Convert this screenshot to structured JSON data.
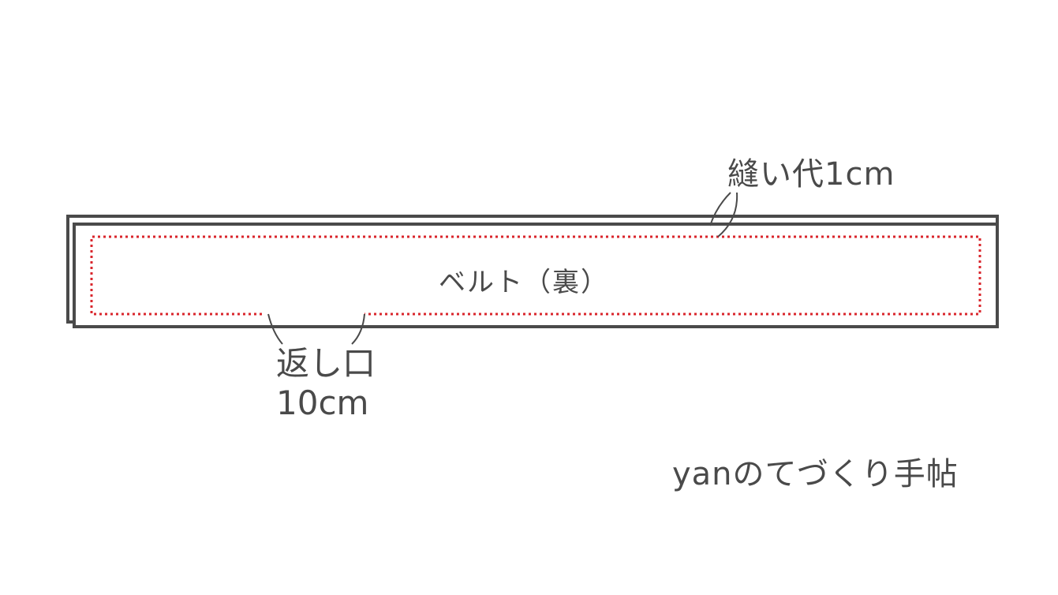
{
  "labels": {
    "seam_allowance": "縫い代1cm",
    "belt_back": "ベルト（裏）",
    "opening_line1": "返し口",
    "opening_line2": "10cm",
    "credit": "yanのてづくり手帖"
  },
  "colors": {
    "outline": "#4a4a4a",
    "stitch": "#d9262c",
    "background": "#ffffff"
  }
}
